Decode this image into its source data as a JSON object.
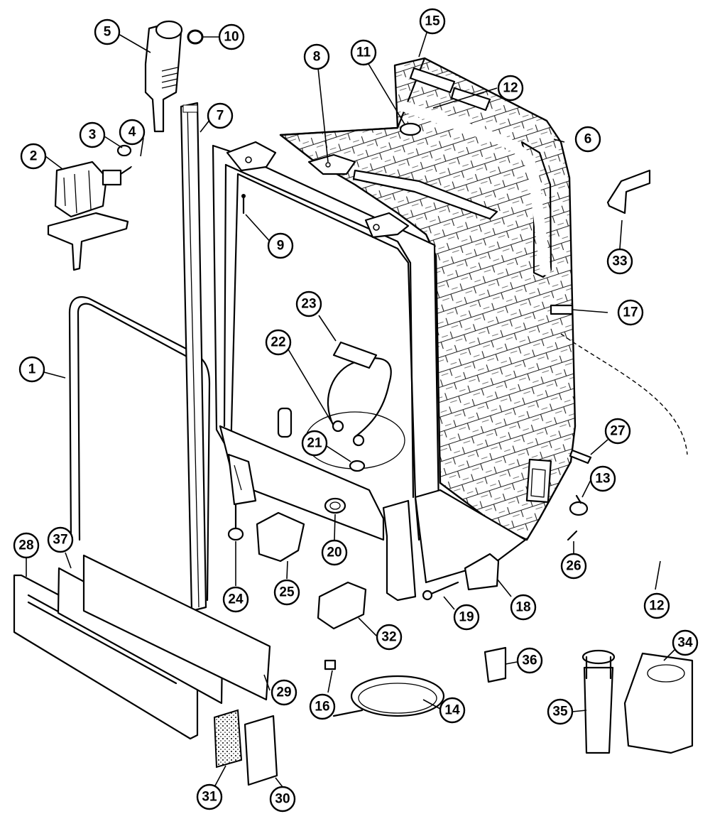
{
  "callouts": [
    {
      "id": "c1",
      "label": "1"
    },
    {
      "id": "c2",
      "label": "2"
    },
    {
      "id": "c3",
      "label": "3"
    },
    {
      "id": "c4",
      "label": "4"
    },
    {
      "id": "c5",
      "label": "5"
    },
    {
      "id": "c6",
      "label": "6"
    },
    {
      "id": "c7",
      "label": "7"
    },
    {
      "id": "c8",
      "label": "8"
    },
    {
      "id": "c9",
      "label": "9"
    },
    {
      "id": "c10",
      "label": "10"
    },
    {
      "id": "c11",
      "label": "11"
    },
    {
      "id": "c12a",
      "label": "12"
    },
    {
      "id": "c12b",
      "label": "12"
    },
    {
      "id": "c13",
      "label": "13"
    },
    {
      "id": "c14",
      "label": "14"
    },
    {
      "id": "c15",
      "label": "15"
    },
    {
      "id": "c16",
      "label": "16"
    },
    {
      "id": "c17",
      "label": "17"
    },
    {
      "id": "c18",
      "label": "18"
    },
    {
      "id": "c19",
      "label": "19"
    },
    {
      "id": "c20",
      "label": "20"
    },
    {
      "id": "c21",
      "label": "21"
    },
    {
      "id": "c22",
      "label": "22"
    },
    {
      "id": "c23",
      "label": "23"
    },
    {
      "id": "c24",
      "label": "24"
    },
    {
      "id": "c25",
      "label": "25"
    },
    {
      "id": "c26",
      "label": "26"
    },
    {
      "id": "c27",
      "label": "27"
    },
    {
      "id": "c28",
      "label": "28"
    },
    {
      "id": "c29",
      "label": "29"
    },
    {
      "id": "c30",
      "label": "30"
    },
    {
      "id": "c31",
      "label": "31"
    },
    {
      "id": "c32",
      "label": "32"
    },
    {
      "id": "c33",
      "label": "33"
    },
    {
      "id": "c34",
      "label": "34"
    },
    {
      "id": "c35",
      "label": "35"
    },
    {
      "id": "c36",
      "label": "36"
    },
    {
      "id": "c37",
      "label": "37"
    }
  ]
}
